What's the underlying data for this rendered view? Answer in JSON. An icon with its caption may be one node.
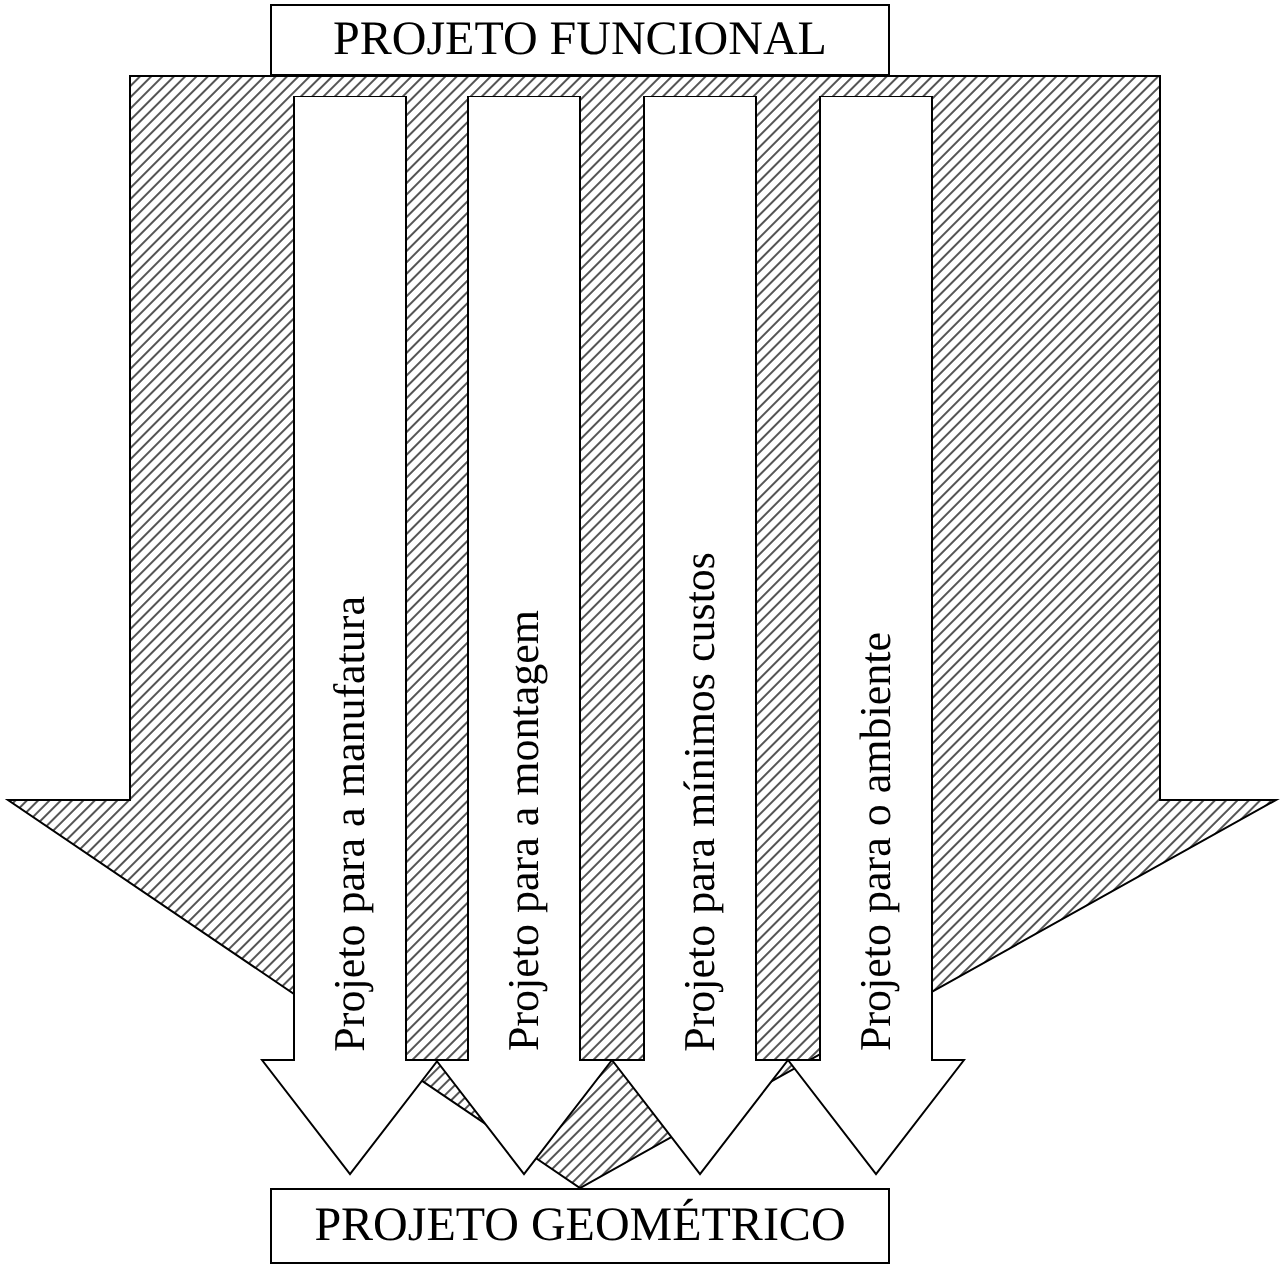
{
  "diagram": {
    "nodes": [
      {
        "text": [
          "PROJETO FUNCIONAL"
        ]
      },
      {
        "text": [
          "Projeto para a manufatura"
        ]
      },
      {
        "text": [
          "Projeto para a montagem"
        ]
      },
      {
        "text": [
          "Projeto para mínimos custos"
        ]
      },
      {
        "text": [
          "Projeto para o ambiente"
        ]
      },
      {
        "text": [
          "PROJETO GEOMÉTRICO"
        ]
      }
    ],
    "edges": [
      {
        "from": 0,
        "to": 5,
        "arrow": "to"
      }
    ]
  }
}
